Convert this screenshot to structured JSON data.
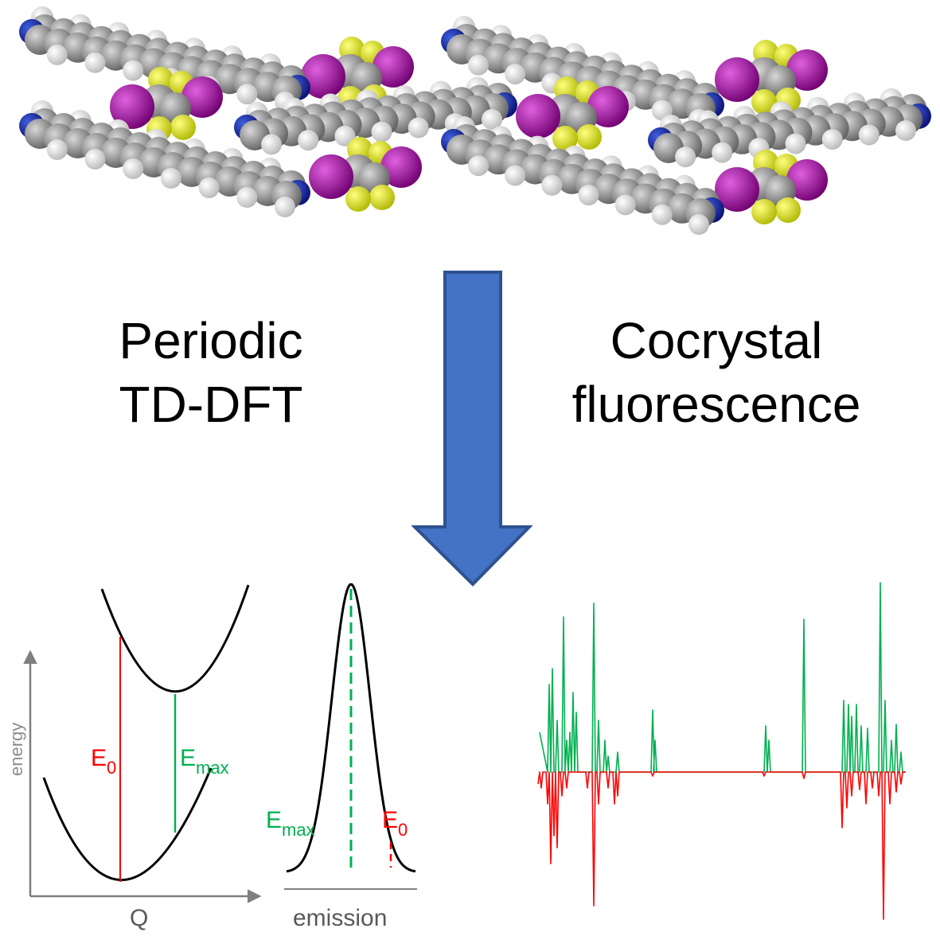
{
  "labels": {
    "left_line1": "Periodic",
    "left_line2": "TD-DFT",
    "right_line1": "Cocrystal",
    "right_line2": "fluorescence"
  },
  "potential_diagram": {
    "y_axis_label": "energy",
    "x_axis_label": "Q",
    "e0_main": "E",
    "e0_sub": "0",
    "emax_main": "E",
    "emax_sub": "max"
  },
  "emission_diagram": {
    "x_axis_label": "emission",
    "emax_main": "E",
    "emax_sub": "max",
    "e0_main": "E",
    "e0_sub": "0"
  },
  "colors": {
    "arrow_fill": "#4472c4",
    "arrow_stroke": "#2f528f",
    "green": "#00b050",
    "red": "#ff0000",
    "carbon": "#909090",
    "hydrogen": "#f0f0f0",
    "nitrogen": "#1020a0",
    "iodine": "#a010a0",
    "fluorine": "#e8f020"
  }
}
